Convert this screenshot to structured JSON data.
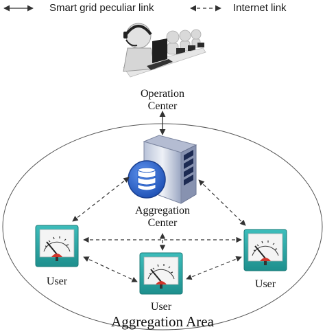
{
  "legend": {
    "smart_grid_label": "Smart grid peculiar link",
    "internet_label": "Internet link"
  },
  "nodes": {
    "operation_center": {
      "line1": "Operation",
      "line2": "Center"
    },
    "aggregation_center": {
      "line1": "Aggregation",
      "line2": "Center"
    },
    "user_left": {
      "label": "User"
    },
    "user_middle": {
      "label": "User"
    },
    "user_right": {
      "label": "User"
    }
  },
  "area": {
    "title": "Aggregation Area"
  },
  "colors": {
    "meter_body": "#2aa8a6",
    "meter_face": "#f4f4f4",
    "needle": "#333333",
    "knob": "#d0352a",
    "server_blue": "#2c63c8",
    "server_body": "#cfd6e6"
  },
  "icons": {
    "operation_center": "operators-at-computers-icon",
    "aggregation_center": "server-database-icon",
    "user": "meter-gauge-icon"
  }
}
